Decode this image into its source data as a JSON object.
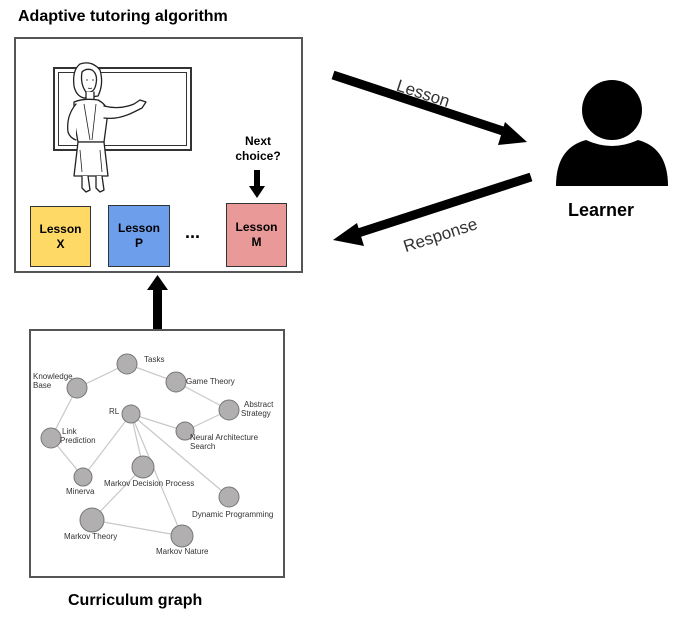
{
  "algorithm": {
    "title": "Adaptive tutoring algorithm",
    "next_choice_line1": "Next",
    "next_choice_line2": "choice?",
    "ellipsis": "...",
    "lessons": [
      {
        "line1": "Lesson",
        "line2": "X",
        "color": "#FFD966"
      },
      {
        "line1": "Lesson",
        "line2": "P",
        "color": "#6D9EEB"
      },
      {
        "line1": "Lesson",
        "line2": "M",
        "color": "#EA9999"
      }
    ]
  },
  "arrows": {
    "lesson_label": "Lesson",
    "response_label": "Response"
  },
  "learner": {
    "label": "Learner"
  },
  "curriculum": {
    "caption": "Curriculum graph",
    "nodes": [
      "Tasks",
      "Knowledge Base",
      "Game Theory",
      "Abstract Strategy",
      "RL",
      "Neural Architecture Search",
      "Link Prediction",
      "Minerva",
      "Markov Decision Process",
      "Dynamic Programming",
      "Markov Theory",
      "Markov Nature"
    ]
  }
}
